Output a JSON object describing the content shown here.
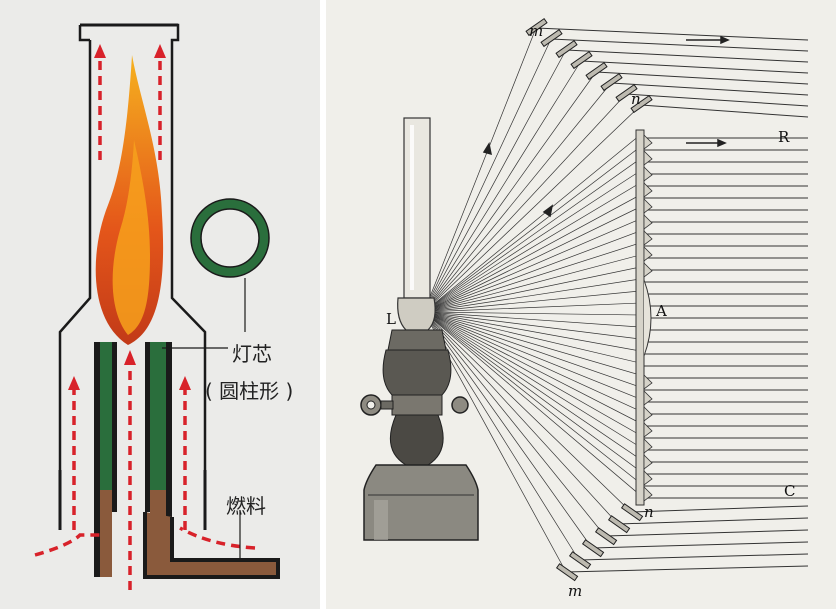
{
  "left": {
    "wick_label": "灯芯",
    "wick_sublabel": "( 圆柱形 )",
    "fuel_label": "燃料"
  },
  "right": {
    "labels": {
      "m_top": "m",
      "n_top": "n",
      "R": "R",
      "L": "L",
      "A": "A",
      "C": "C",
      "n_bottom": "n",
      "m_bottom": "m"
    }
  },
  "colors": {
    "arrow": "#d8222a",
    "flame_outer": "#e0501a",
    "flame_inner": "#f7a11c",
    "wick_green": "#2a6e3c",
    "fuel_brown": "#8a5a3c",
    "chimney": "#1a1a1a"
  }
}
